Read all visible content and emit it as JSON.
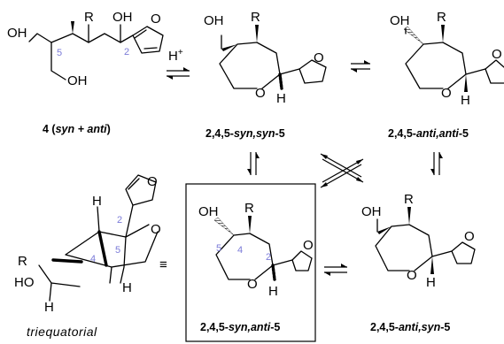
{
  "structures": {
    "s4": {
      "caption_pre": "4 (",
      "caption_italic": "syn + anti",
      "caption_post": ")"
    },
    "synsyn": {
      "caption_pre": "2,4,5-",
      "caption_italic": "syn,syn",
      "caption_post": "-5"
    },
    "antianti": {
      "caption_pre": "2,4,5-",
      "caption_italic": "anti,anti",
      "caption_post": "-5"
    },
    "synanti": {
      "caption_pre": "2,4,5-",
      "caption_italic": "syn,anti",
      "caption_post": "-5"
    },
    "antisyn": {
      "caption_pre": "2,4,5-",
      "caption_italic": "anti,syn",
      "caption_post": "-5"
    },
    "chair": {
      "caption": "triequatorial"
    }
  },
  "atoms": {
    "oh": "OH",
    "ho": "HO",
    "r": "R",
    "o": "O",
    "h": "H",
    "h_plus": "H",
    "plus": "+"
  },
  "locants": {
    "n2": "2",
    "n4": "4",
    "n5": "5"
  },
  "equiv_symbol": "≡",
  "colors": {
    "locant": "#7b7bd8",
    "ink": "#000000"
  }
}
